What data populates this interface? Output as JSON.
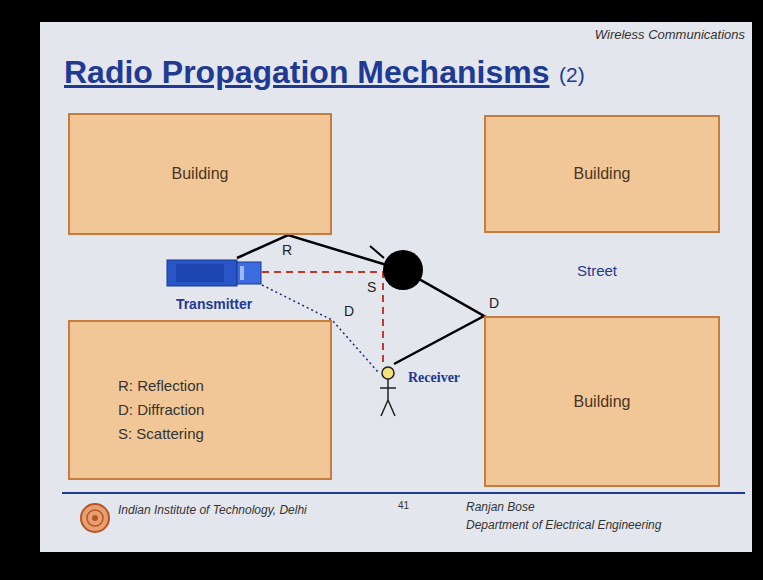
{
  "diagram": {
    "title": "Radio Propagation Mechanisms",
    "nodes": [
      {
        "text": [
          "Building"
        ]
      },
      {
        "text": [
          "Building"
        ]
      },
      {
        "text": [
          "Transmitter"
        ]
      },
      {
        "text": [
          "Receiver"
        ]
      },
      {
        "text": [
          "R: Reflection",
          "D: Diffraction",
          "S: Scattering"
        ]
      },
      {
        "text": [
          "Building"
        ]
      }
    ],
    "edges": [
      {
        "from": 2,
        "to": 3,
        "arrow": "none",
        "label": "S"
      },
      {
        "from": 2,
        "to": 3,
        "arrow": "none",
        "label": "D"
      },
      {
        "from": 2,
        "to": 3,
        "arrow": "none",
        "label": "R"
      }
    ],
    "labels": [
      "Wireless Communications",
      "(2)",
      "Street",
      "D",
      "Indian Institute of Technology, Delhi",
      "41",
      "Ranjan Bose",
      "Department of Electrical Engineering"
    ]
  }
}
